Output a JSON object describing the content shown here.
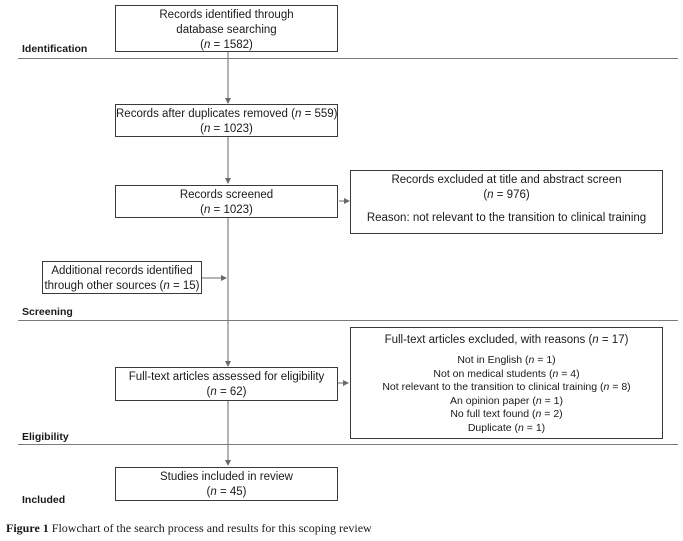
{
  "phases": {
    "identification": "Identification",
    "screening": "Screening",
    "eligibility": "Eligibility",
    "included": "Included"
  },
  "boxes": {
    "identified": {
      "line1": "Records identified through",
      "line2": "database searching",
      "n_prefix": "(",
      "n_italic": "n",
      "n_rest": " = 1582)"
    },
    "after_duplicates": {
      "line1_pre": "Records after duplicates removed (",
      "line1_italic": "n",
      "line1_rest": " = 559)",
      "n_prefix": "(",
      "n_italic": "n",
      "n_rest": " = 1023)"
    },
    "screened": {
      "line1": "Records screened",
      "n_prefix": "(",
      "n_italic": "n",
      "n_rest": " = 1023)"
    },
    "excluded_title": {
      "line1": "Records excluded at title and abstract screen",
      "n_prefix": "(",
      "n_italic": "n",
      "n_rest": " = 976)",
      "reason": "Reason: not relevant to the transition to clinical training"
    },
    "additional": {
      "line1": "Additional records identified",
      "line2_pre": "through other sources (",
      "line2_italic": "n",
      "line2_rest": " = 15)"
    },
    "fulltext_excluded": {
      "title_pre": "Full-text articles excluded, with reasons (",
      "title_italic": "n",
      "title_rest": " = 17)",
      "reasons": [
        {
          "label": "Not in English (",
          "n": "n",
          "rest": " = 1)"
        },
        {
          "label": "Not on medical students (",
          "n": "n",
          "rest": " = 4)"
        },
        {
          "label": "Not relevant to the transition to clinical training (",
          "n": "n",
          "rest": " = 8)"
        },
        {
          "label": "An opinion paper (",
          "n": "n",
          "rest": " = 1)"
        },
        {
          "label": "No full text found (",
          "n": "n",
          "rest": " = 2)"
        },
        {
          "label": "Duplicate (",
          "n": "n",
          "rest": " = 1)"
        }
      ]
    },
    "eligibility": {
      "line1": "Full-text articles assessed for eligibility",
      "n_prefix": "(",
      "n_italic": "n",
      "n_rest": " = 62)"
    },
    "included": {
      "line1": "Studies included in review",
      "n_prefix": "(",
      "n_italic": "n",
      "n_rest": " = 45)"
    }
  },
  "caption": {
    "label": "Figure 1",
    "text": " Flowchart of the search process and results for this scoping review"
  }
}
